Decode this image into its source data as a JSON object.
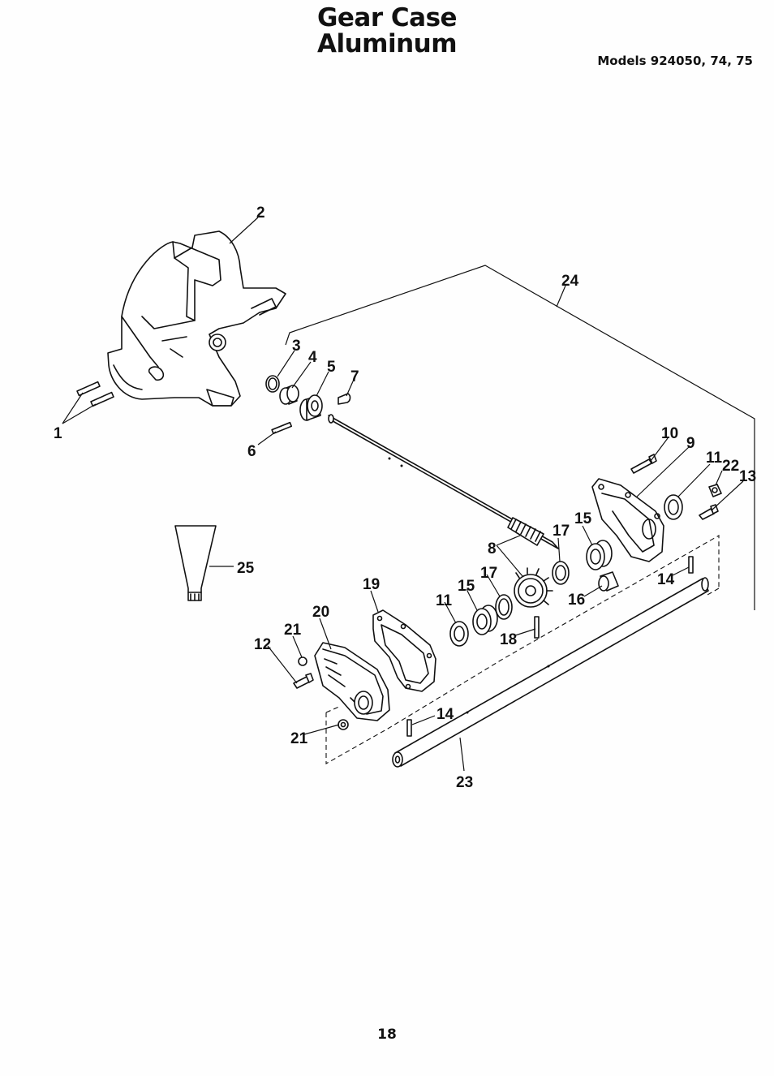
{
  "header": {
    "title_line1": "Gear Case",
    "title_line2": "Aluminum",
    "models": "Models 924050, 74, 75"
  },
  "callouts": {
    "c1": "1",
    "c2": "2",
    "c3": "3",
    "c4": "4",
    "c5": "5",
    "c6": "6",
    "c7": "7",
    "c8": "8",
    "c9": "9",
    "c10": "10",
    "c11a": "11",
    "c11b": "11",
    "c12": "12",
    "c13": "13",
    "c14a": "14",
    "c14b": "14",
    "c15a": "15",
    "c15b": "15",
    "c16": "16",
    "c17a": "17",
    "c17b": "17",
    "c18": "18",
    "c19": "19",
    "c20": "20",
    "c21a": "21",
    "c21b": "21",
    "c22": "22",
    "c23": "23",
    "c24": "24",
    "c25": "25"
  },
  "footer": {
    "page_number": "18"
  }
}
